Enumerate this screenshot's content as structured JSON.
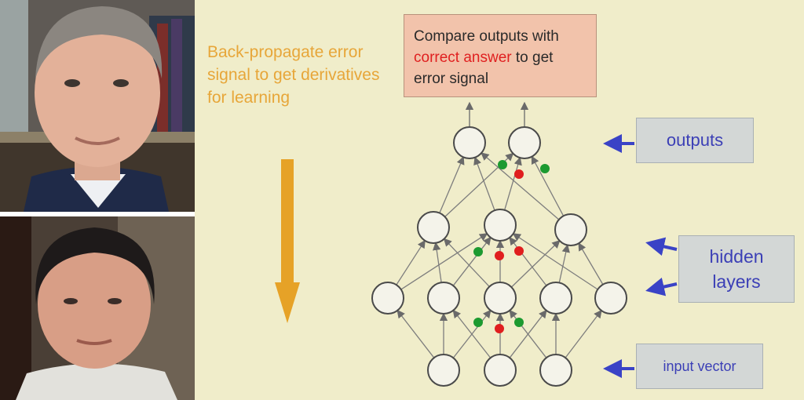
{
  "left_text": "Back-propagate error signal to get derivatives for learning",
  "compare_box": {
    "line1": "Compare outputs with",
    "red": "correct answer",
    "line2_rest": " to get",
    "line3": "error signal"
  },
  "labels": {
    "outputs": "outputs",
    "hidden": "hidden layers",
    "input": "input vector"
  },
  "colors": {
    "left_text": "#e7a639",
    "down_arrow": "#e6a227",
    "label_text": "#3b3fb6",
    "label_arrow": "#3a43c6",
    "node_fill": "#f4f3ea",
    "green_dot": "#1c9a30",
    "red_dot": "#e01e1e"
  },
  "network": {
    "layers": [
      "input vector",
      "hidden",
      "hidden",
      "outputs"
    ],
    "layer_sizes": [
      3,
      5,
      3,
      2
    ]
  }
}
